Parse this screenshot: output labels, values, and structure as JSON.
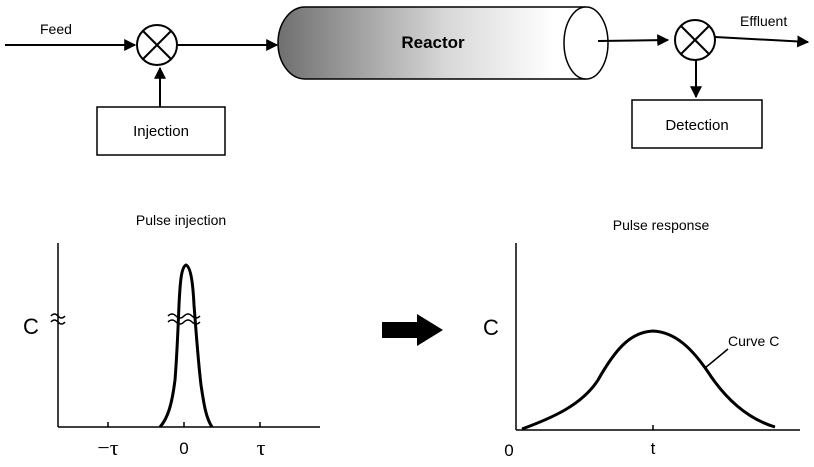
{
  "flow": {
    "feed": "Feed",
    "reactor": "Reactor",
    "effluent": "Effluent",
    "injection": "Injection",
    "detection": "Detection"
  },
  "left_plot": {
    "title": "Pulse injection",
    "ylabel": "C",
    "ticks": [
      "−τ",
      "0",
      "τ"
    ]
  },
  "right_plot": {
    "title": "Pulse response",
    "ylabel": "C",
    "x_origin": "0",
    "x_tick": "t",
    "curve_label": "Curve C"
  },
  "colors": {
    "ink": "#000000",
    "reactor_dark": "#6f6f6f",
    "reactor_light": "#ffffff"
  }
}
